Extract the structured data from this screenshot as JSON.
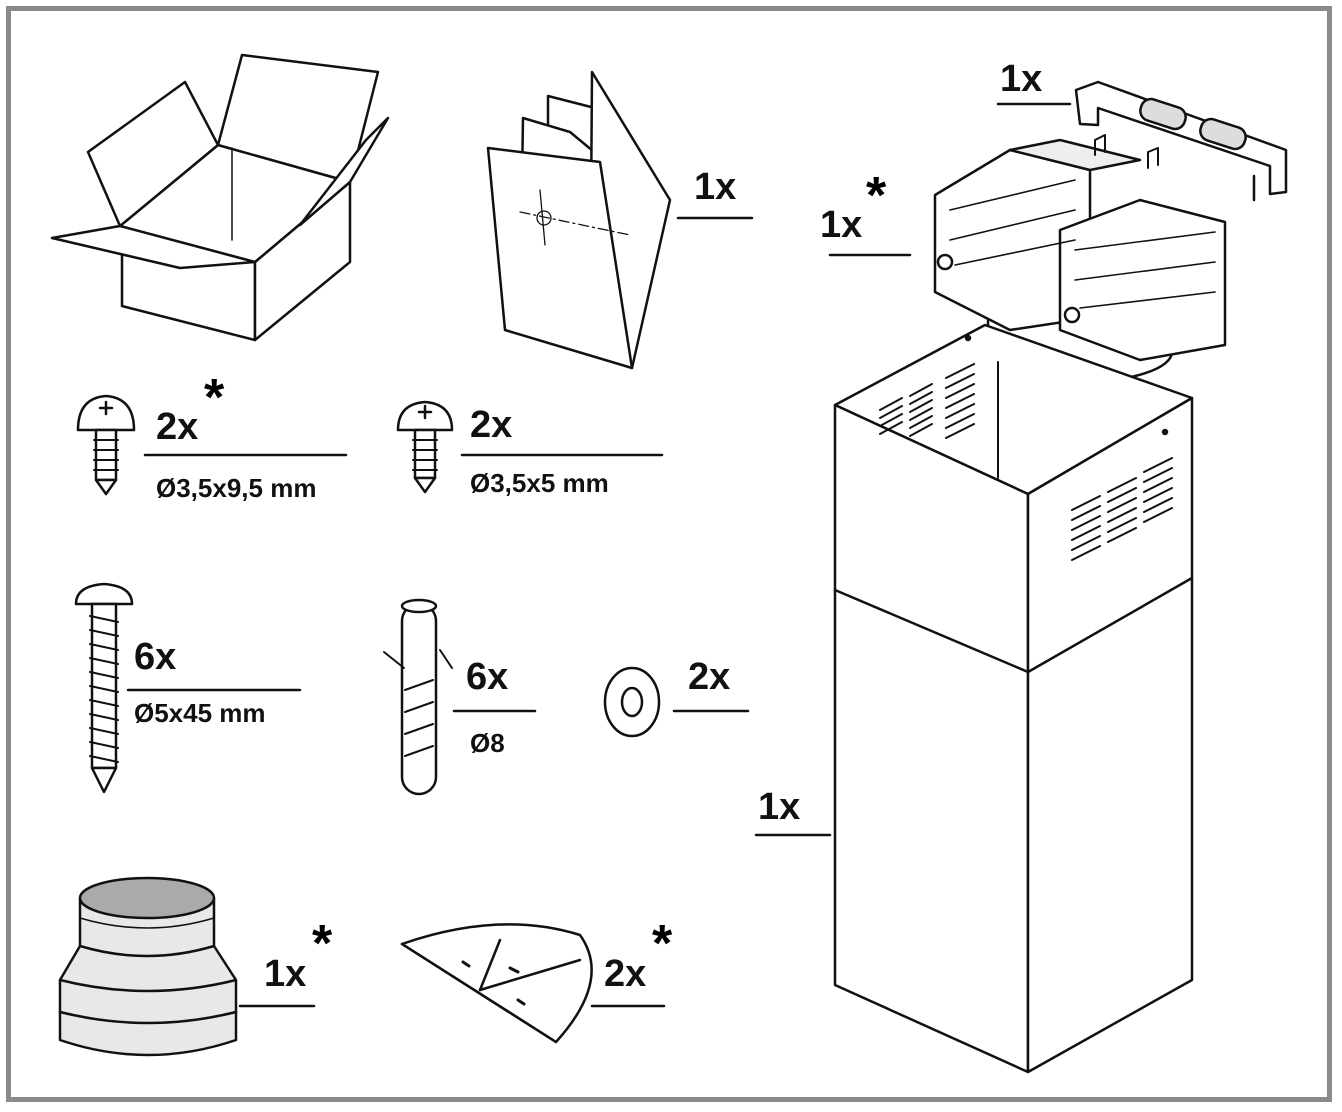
{
  "parts": {
    "fan_unit": {
      "qty": "1x",
      "note": "*"
    },
    "bracket": {
      "qty": "1x"
    },
    "manual": {
      "qty": "1x"
    },
    "chimney": {
      "qty": "1x"
    },
    "screw_small_a": {
      "qty": "2x",
      "note": "*",
      "size": "Ø3,5x9,5 mm"
    },
    "screw_small_b": {
      "qty": "2x",
      "size": "Ø3,5x5 mm"
    },
    "screw_long": {
      "qty": "6x",
      "size": "Ø5x45 mm"
    },
    "wall_plug": {
      "qty": "6x",
      "size": "Ø8"
    },
    "washer": {
      "qty": "2x"
    },
    "reducer": {
      "qty": "1x",
      "note": "*"
    },
    "damper": {
      "qty": "2x",
      "note": "*"
    }
  },
  "icons": [
    "cardboard-box-icon",
    "manual-booklet-icon",
    "fan-motor-icon",
    "wall-bracket-icon",
    "chimney-icon",
    "screw-icon",
    "long-screw-icon",
    "wall-plug-icon",
    "washer-icon",
    "reducer-icon",
    "damper-icon"
  ]
}
